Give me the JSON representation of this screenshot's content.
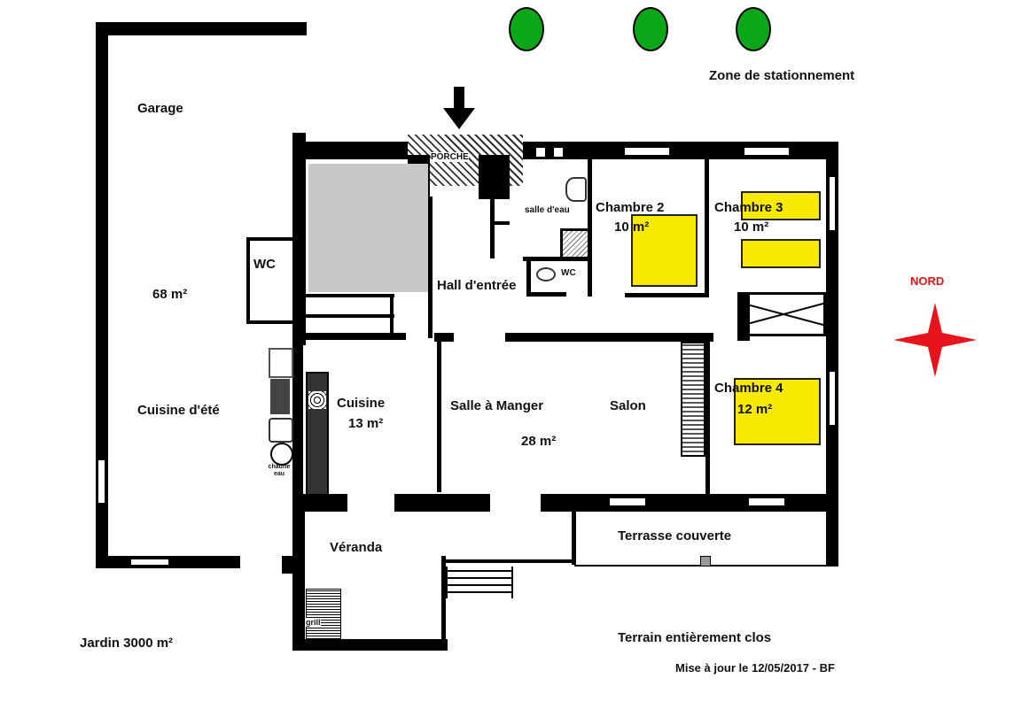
{
  "labels": {
    "parking": "Zone de stationnement",
    "garage": "Garage",
    "garage_area": "68 m²",
    "wc_garage": "WC",
    "summer_kitchen": "Cuisine d'été",
    "porch": "PORCHE",
    "shower_room": "salle d'eau",
    "wc": "WC",
    "hall": "Hall d'entrée",
    "bedroom2": "Chambre 2",
    "bedroom2_area": "10 m²",
    "bedroom3": "Chambre 3",
    "bedroom3_area": "10 m²",
    "bedroom4": "Chambre 4",
    "bedroom4_area": "12 m²",
    "north": "NORD",
    "kitchen": "Cuisine",
    "kitchen_area": "13 m²",
    "water_heater": "chauffe eau",
    "dining": "Salle à Manger",
    "living": "Salon",
    "living_area": "28 m²",
    "veranda": "Véranda",
    "grill": "grill",
    "terrace": "Terrasse couverte",
    "garden": "Jardin 3000 m²",
    "fenced": "Terrain entièrement clos",
    "updated": "Mise à jour le 12/05/2017 - BF"
  },
  "colors": {
    "tree": "#0aa818",
    "bed": "#f7ea00",
    "compass": "#e8141c",
    "north_label": "#e8141c"
  }
}
